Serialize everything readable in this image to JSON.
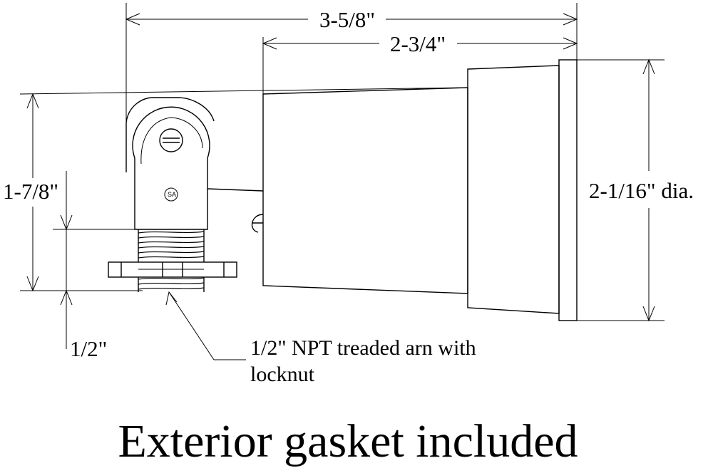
{
  "dimensions": {
    "overall_length": "3-5/8\"",
    "housing_length": "2-3/4\"",
    "height": "1-7/8\"",
    "thread_length": "1/2\"",
    "diameter": "2-1/16\" dia."
  },
  "callout": {
    "line1": "1/2\" NPT treaded arn with",
    "line2": "locknut"
  },
  "caption": "Exterior gasket included",
  "knuckle_mark": {
    "c_symbol": "C",
    "letters": "SA"
  }
}
